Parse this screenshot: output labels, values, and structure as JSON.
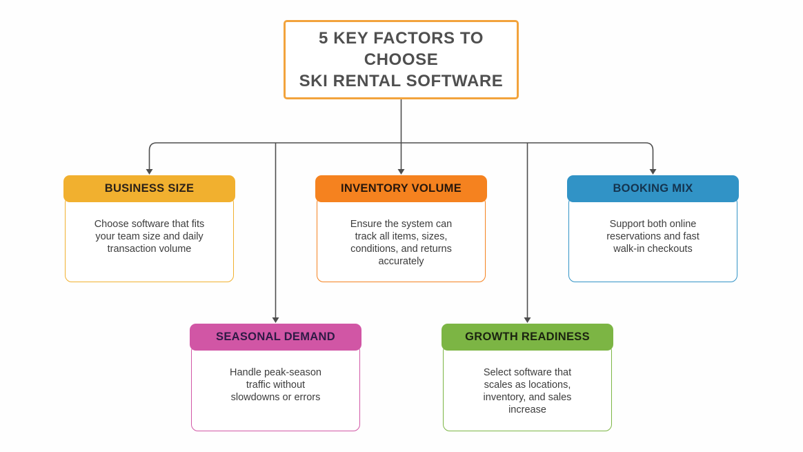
{
  "title": {
    "line1": "5 KEY FACTORS TO",
    "line2": "CHOOSE",
    "line3": "SKI RENTAL SOFTWARE",
    "border_color": "#f2a33c",
    "text_color": "#4f4f4f"
  },
  "connector_color": "#4d4d4d",
  "factors": [
    {
      "label": "BUSINESS SIZE",
      "description": "Choose software that fits\nyour team size and daily\ntransaction volume",
      "accent_color": "#f1b02f",
      "label_color": "#2b2118"
    },
    {
      "label": "INVENTORY VOLUME",
      "description": "Ensure the system can\ntrack all items, sizes,\nconditions, and returns\naccurately",
      "accent_color": "#f5821f",
      "label_color": "#27170c"
    },
    {
      "label": "BOOKING MIX",
      "description": "Support both online\nreservations and fast\nwalk-in checkouts",
      "accent_color": "#3193c6",
      "label_color": "#14344f"
    },
    {
      "label": "SEASONAL DEMAND",
      "description": "Handle peak-season\ntraffic without\nslowdowns or errors",
      "accent_color": "#d156a5",
      "label_color": "#2e1a45"
    },
    {
      "label": "GROWTH READINESS",
      "description": "Select software that\nscales as locations,\ninventory, and sales\nincrease",
      "accent_color": "#7cb544",
      "label_color": "#1b2310"
    }
  ]
}
